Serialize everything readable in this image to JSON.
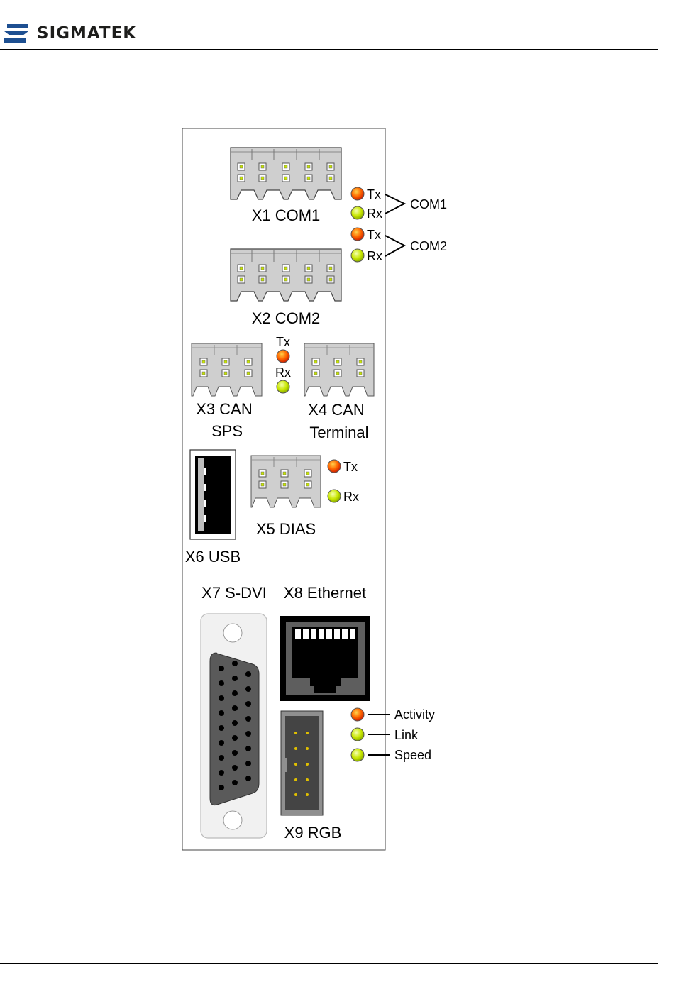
{
  "brand": {
    "name": "SIGMATEK",
    "logo_icon": "sigmatek-s-logo-icon",
    "color": "#1d4f91"
  },
  "connectors": {
    "x1": {
      "label": "X1 COM1"
    },
    "x2": {
      "label": "X2 COM2"
    },
    "x3": {
      "label_line1": "X3 CAN",
      "label_line2": "SPS"
    },
    "x4": {
      "label_line1": "X4 CAN",
      "label_line2": "Terminal"
    },
    "x5": {
      "label": "X5 DIAS"
    },
    "x6": {
      "label": "X6 USB"
    },
    "x7": {
      "label": "X7 S-DVI"
    },
    "x8": {
      "label": "X8 Ethernet"
    },
    "x9": {
      "label": "X9 RGB"
    }
  },
  "leds": {
    "com1_tx": "Tx",
    "com1_rx": "Rx",
    "com1_group": "COM1",
    "com2_tx": "Tx",
    "com2_rx": "Rx",
    "com2_group": "COM2",
    "can_tx": "Tx",
    "can_rx": "Rx",
    "dias_tx": "Tx",
    "dias_rx": "Rx",
    "eth_activity": "Activity",
    "eth_link": "Link",
    "eth_speed": "Speed"
  },
  "colors": {
    "led_tx": "#ff6a00",
    "led_rx": "#c8e600",
    "connector_gray": "#c8c8c8"
  }
}
